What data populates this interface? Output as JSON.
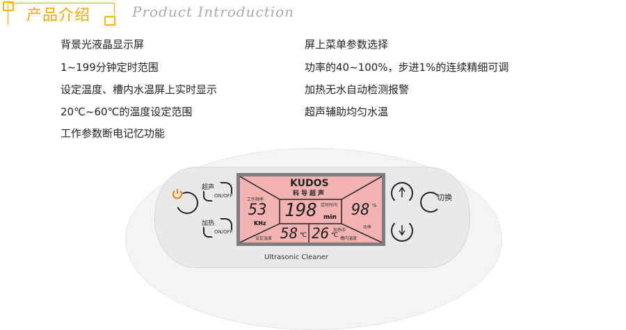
{
  "header": {
    "title": "产品介绍",
    "subtitle": "Product Introduction"
  },
  "features_left": [
    "背景光液晶显示屏",
    "1~199分钟定时范围",
    "设定温度、槽内水温屏上实时显示",
    "20℃~60℃的温度设定范围",
    "工作参数断电记忆功能"
  ],
  "features_right": [
    "屏上菜单参数选择",
    "功率的40~100%，步进1%的连续精细可调",
    "加热无水自动检测报警",
    "超声辅助均匀水温"
  ],
  "panel": {
    "brand": "KUDOS",
    "brand_cn": "科导超声",
    "freq_label": "工作频率",
    "freq": "53",
    "freq_unit": "KHz",
    "timer_label": "定时时间",
    "timer": "198",
    "timer_unit": "min",
    "power": "98",
    "power_unit": "%",
    "power_label": "功率",
    "set_temp": "58",
    "set_temp_unit": "℃",
    "set_temp_label": "设定温度",
    "tank_temp": "26",
    "tank_temp_unit": "℃",
    "heating_label": "加热中",
    "tank_temp_label": "槽内温度",
    "ultrasonic_label": "超声",
    "ultrasonic_onoff": "ON/OFF",
    "heat_label": "加热",
    "heat_onoff": "ON/OFF",
    "switch_label": "切换",
    "product_name": "Ultrasonic Cleaner",
    "up_icon": "up-arrow",
    "down_icon": "down-arrow",
    "power_icon": "power",
    "accent": "#f07d00"
  }
}
